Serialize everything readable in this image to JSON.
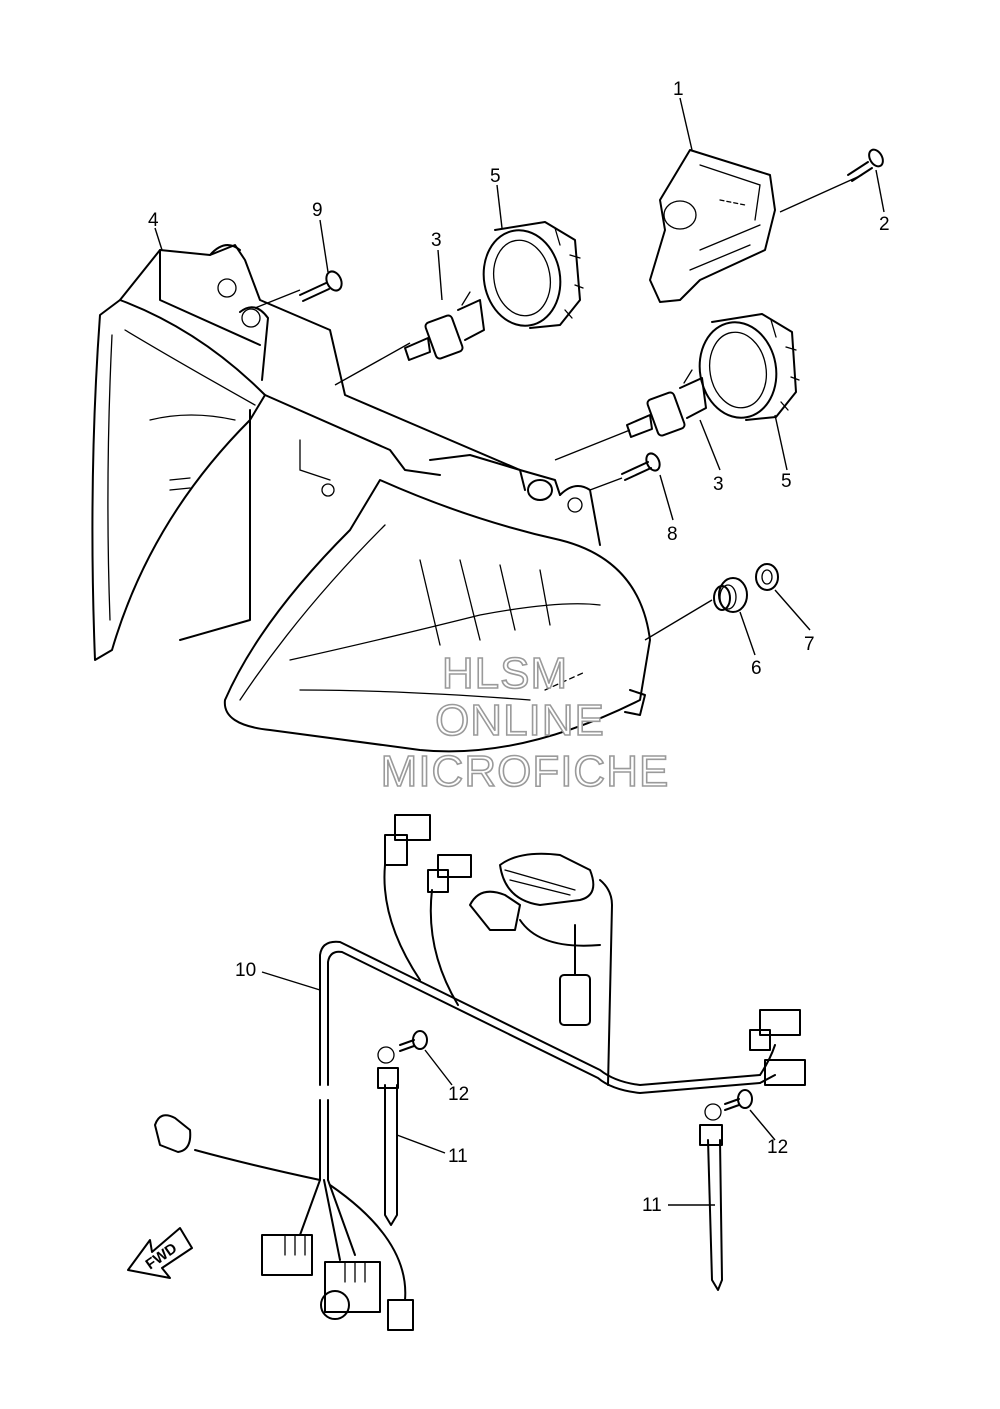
{
  "callouts": {
    "c1": "1",
    "c2": "2",
    "c3a": "3",
    "c3b": "3",
    "c4": "4",
    "c5a": "5",
    "c5b": "5",
    "c6": "6",
    "c7": "7",
    "c8": "8",
    "c9": "9",
    "c10": "10",
    "c11a": "11",
    "c11b": "11",
    "c12a": "12",
    "c12b": "12"
  },
  "watermark": {
    "line1": "HLSM",
    "line2": "ONLINE",
    "line3": "MICROFICHE"
  },
  "direction_arrow": {
    "label": "FWD",
    "icon": "forward-arrow-icon"
  }
}
